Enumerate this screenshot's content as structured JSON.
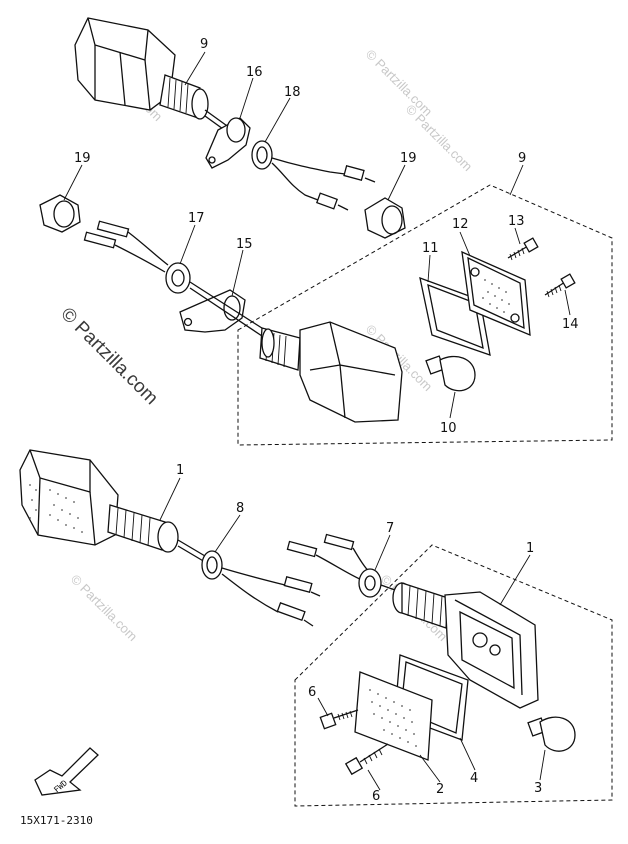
{
  "diagram": {
    "drawing_code": "15X171-2310",
    "fwd_label": "FWD",
    "watermarks": {
      "large": "© Partzilla.com",
      "small": "© Partzilla.com"
    },
    "callouts": {
      "c1a": "1",
      "c1b": "1",
      "c2": "2",
      "c3": "3",
      "c4": "4",
      "c6a": "6",
      "c6b": "6",
      "c7": "7",
      "c8": "8",
      "c9a": "9",
      "c9b": "9",
      "c10": "10",
      "c11": "11",
      "c12": "12",
      "c13": "13",
      "c14": "14",
      "c15": "15",
      "c16": "16",
      "c17": "17",
      "c18": "18",
      "c19a": "19",
      "c19b": "19"
    }
  }
}
